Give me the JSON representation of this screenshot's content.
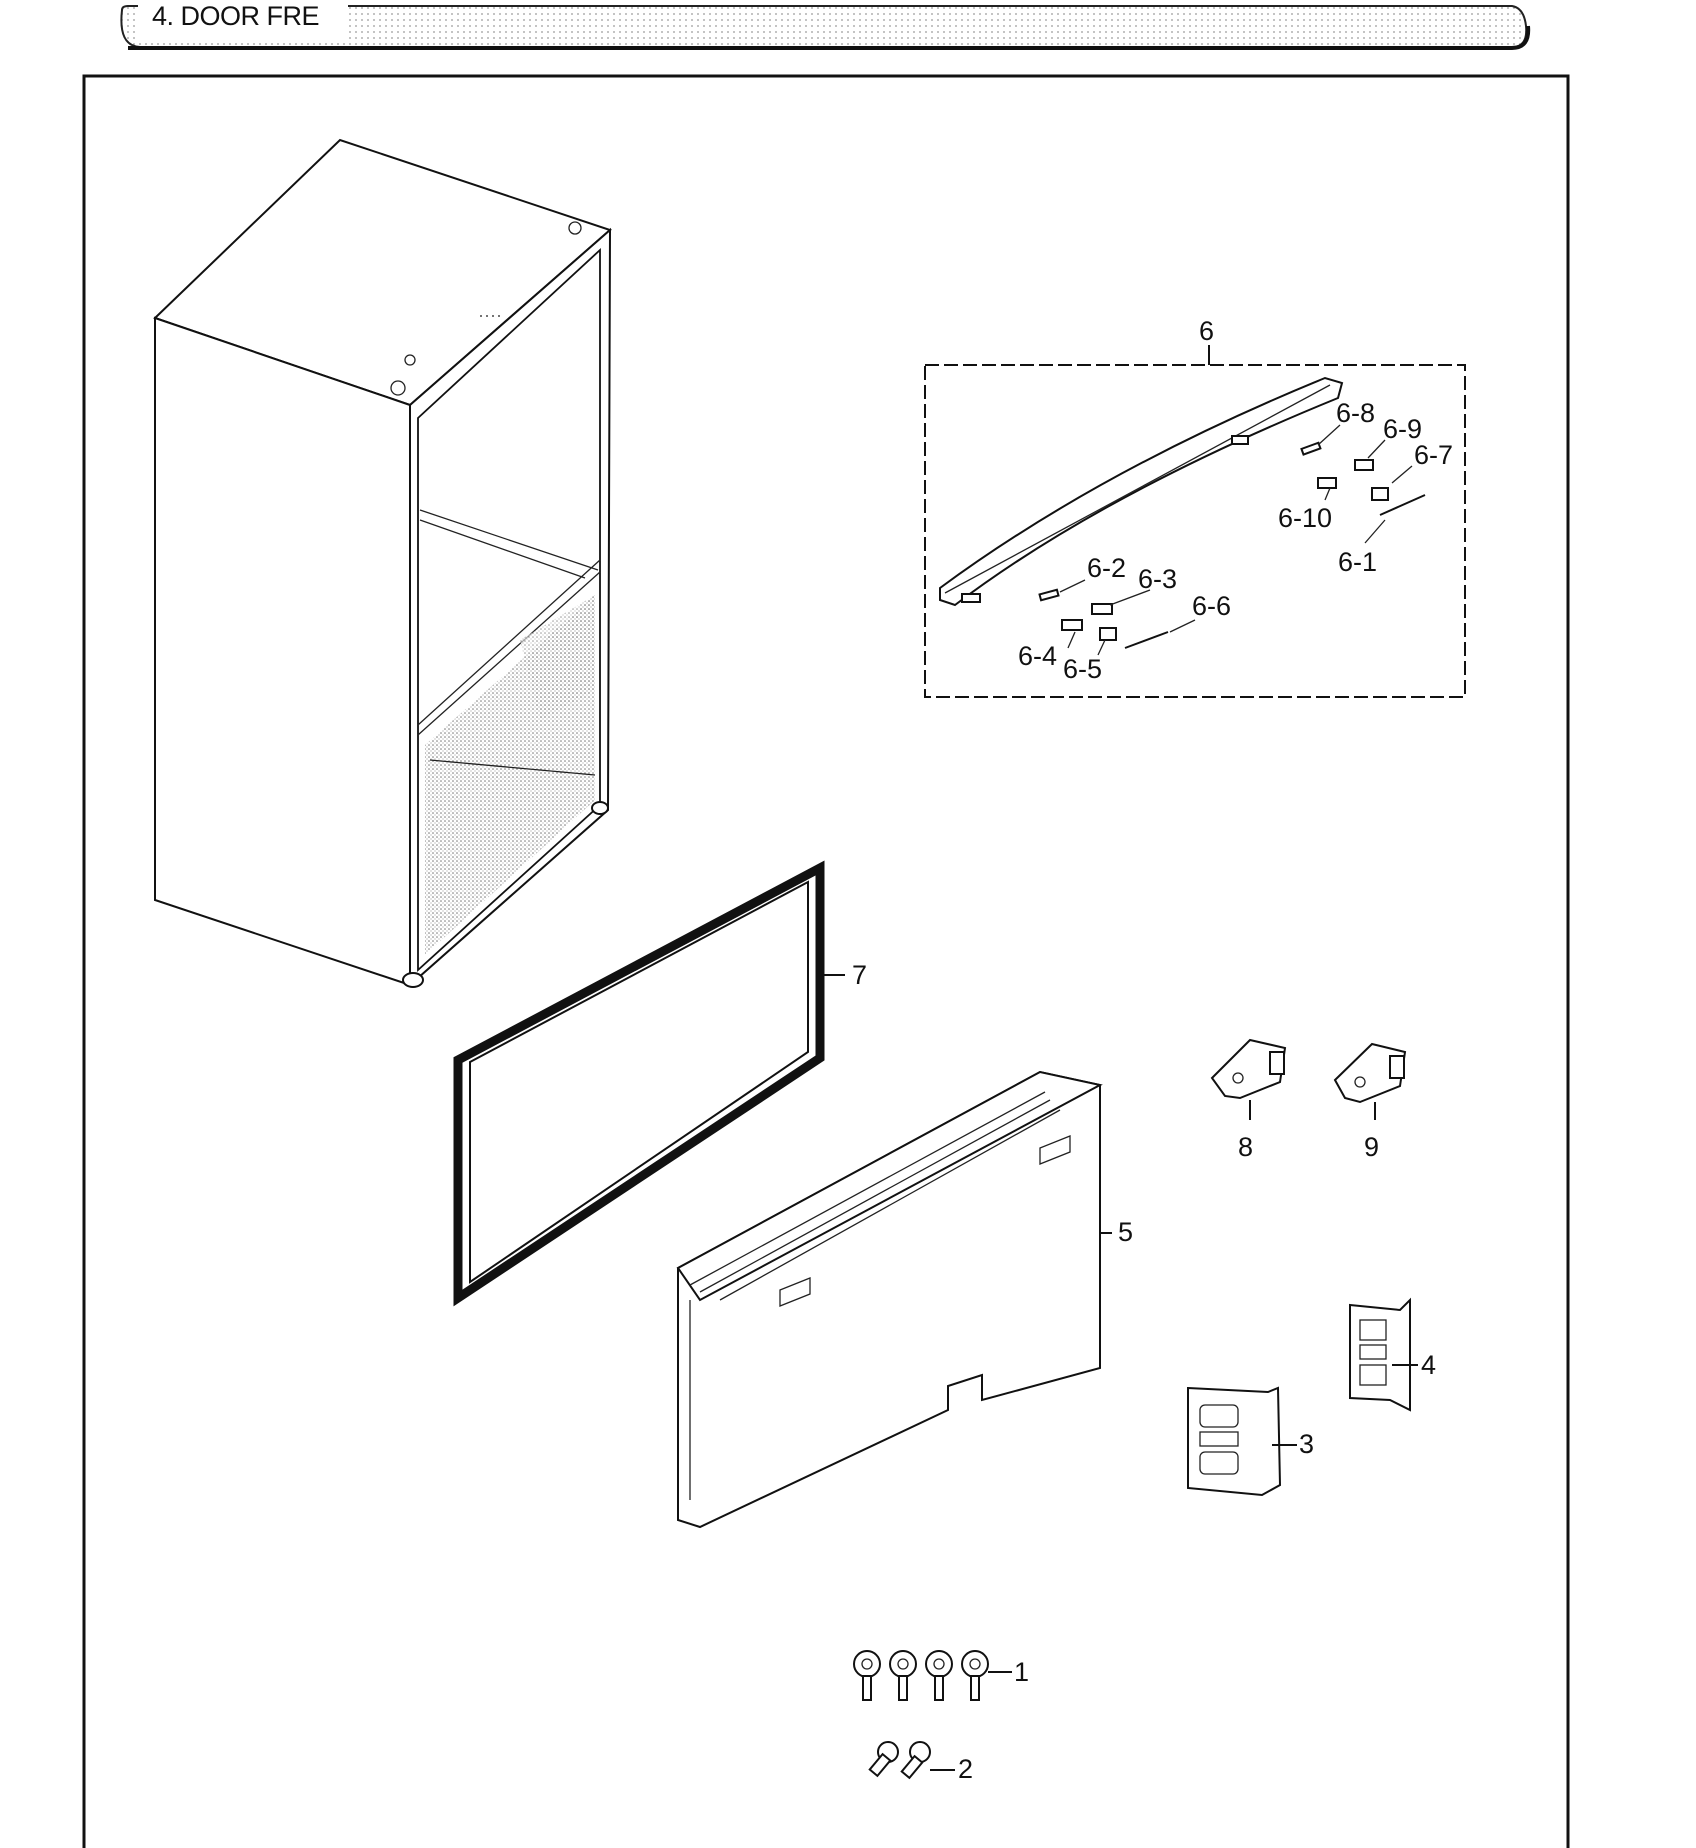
{
  "header": {
    "title": "4. DOOR FRE"
  },
  "labels": {
    "p1": "1",
    "p2": "2",
    "p3": "3",
    "p4": "4",
    "p5": "5",
    "p6": "6",
    "p7": "7",
    "p8": "8",
    "p9": "9",
    "p6_1": "6-1",
    "p6_2": "6-2",
    "p6_3": "6-3",
    "p6_4": "6-4",
    "p6_5": "6-5",
    "p6_6": "6-6",
    "p6_7": "6-7",
    "p6_8": "6-8",
    "p6_9": "6-9",
    "p6_10": "6-10"
  }
}
